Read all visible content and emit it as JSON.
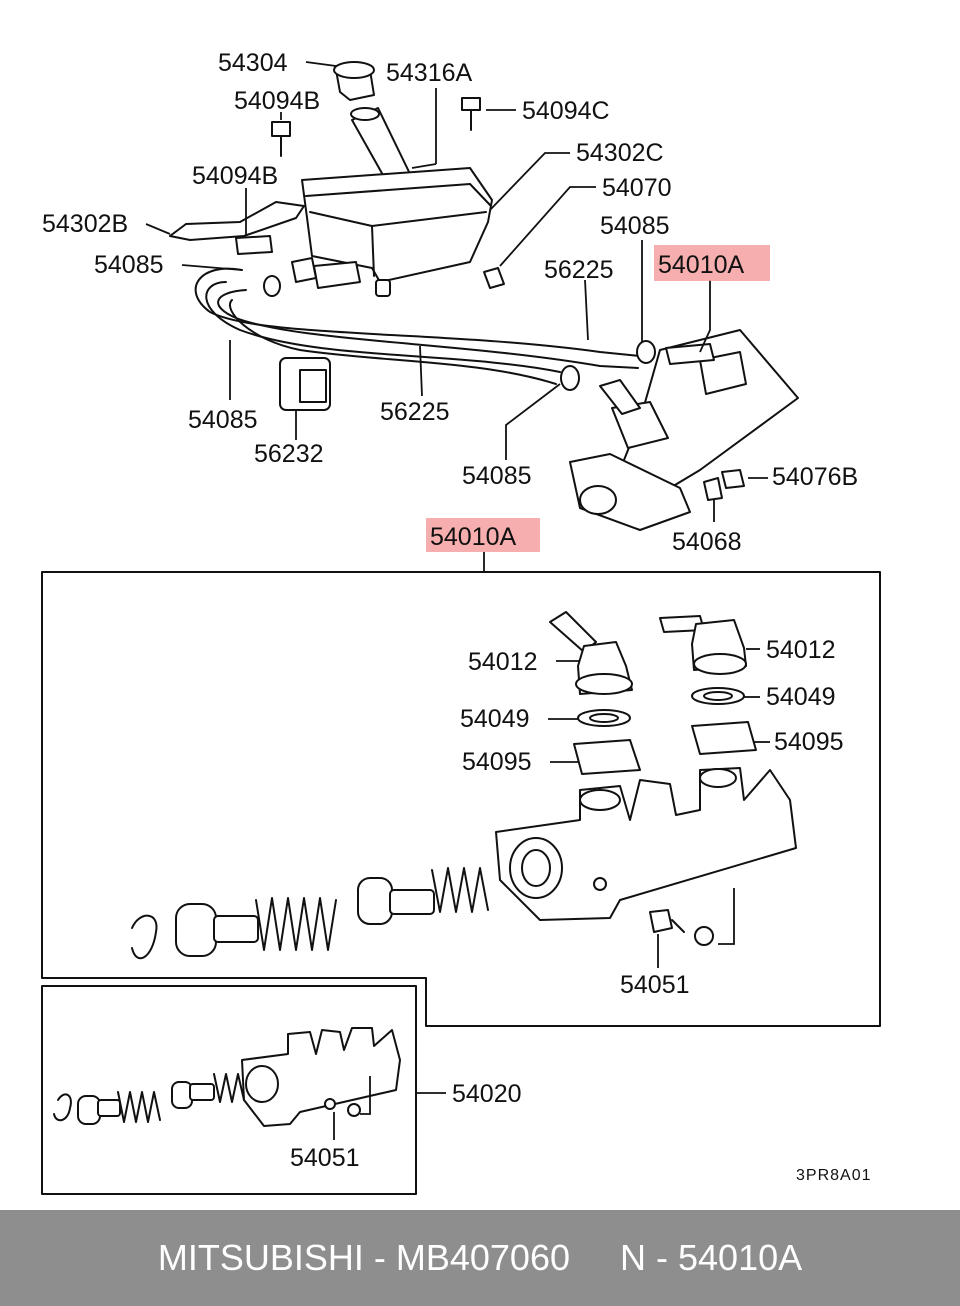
{
  "diagram": {
    "labels": {
      "l54304": "54304",
      "l54316A": "54316A",
      "l54094B_top": "54094B",
      "l54094C": "54094C",
      "l54302C": "54302C",
      "l54094B_mid": "54094B",
      "l54070": "54070",
      "l54302B": "54302B",
      "l54085_right": "54085",
      "l54085_left": "54085",
      "l56225_right": "56225",
      "l54010A_top": "54010A",
      "l54085_lower": "54085",
      "l56225_lower": "56225",
      "l56232": "56232",
      "l54085_bottom": "54085",
      "l54076B": "54076B",
      "l54068": "54068",
      "l54010A_box": "54010A",
      "l54012_left": "54012",
      "l54012_right": "54012",
      "l54049_left": "54049",
      "l54049_right": "54049",
      "l54095_left": "54095",
      "l54095_right": "54095",
      "l54051_box": "54051",
      "l54020": "54020",
      "l54051_small": "54051",
      "code": "3PR8A01"
    },
    "highlight_color": "#f4a0a0"
  },
  "footer": {
    "brand": "MITSUBISHI",
    "sep1": " - ",
    "part_number": "MB407060",
    "gap": "     ",
    "n_prefix": "N - ",
    "ref": "54010A",
    "background": "#8e8e8e"
  }
}
